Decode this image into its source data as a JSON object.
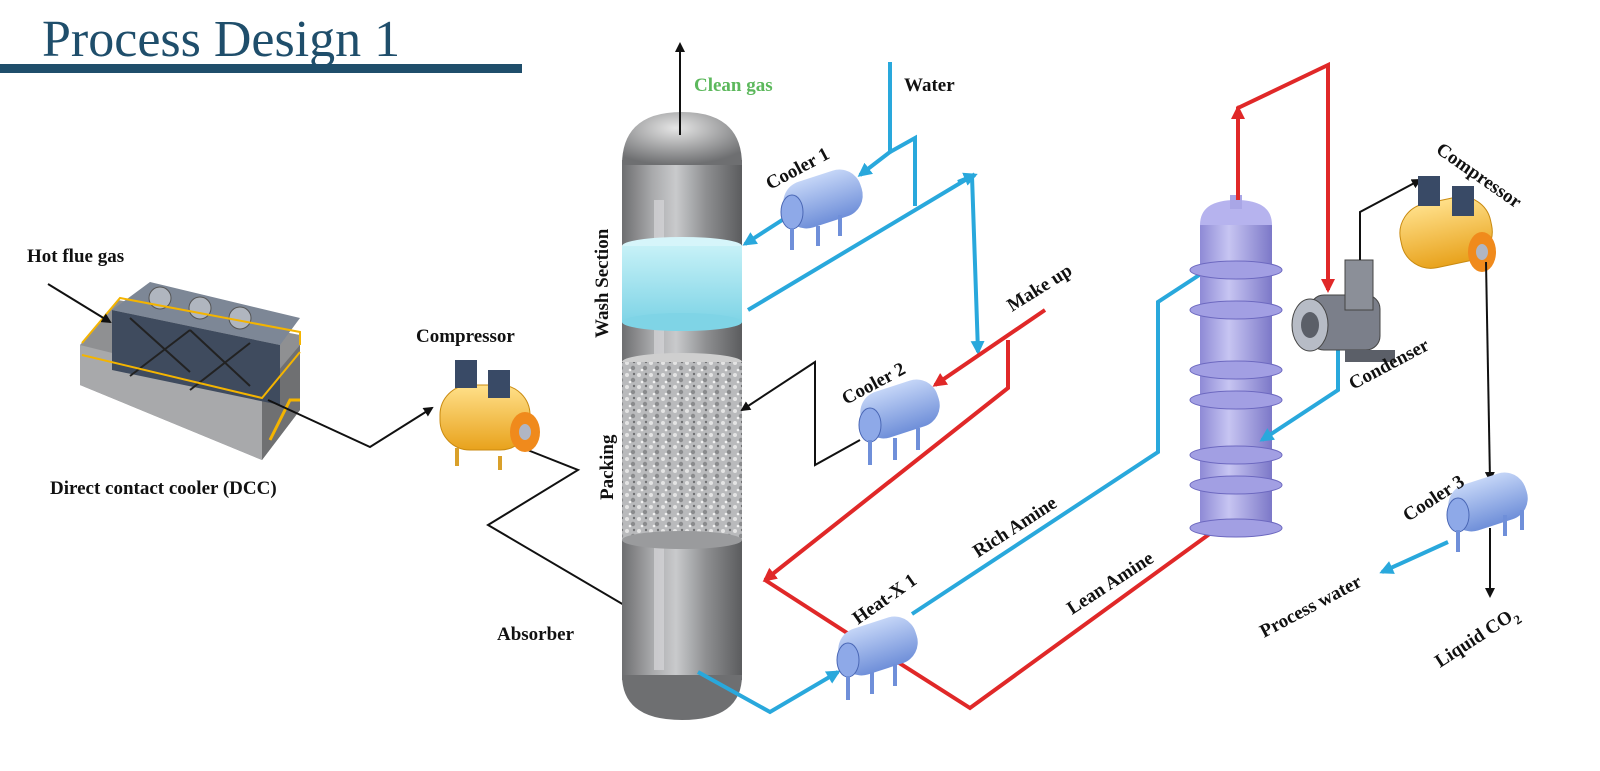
{
  "title": "Process Design 1",
  "colors": {
    "title": "#1f4e6b",
    "title_rule": "#1f4e6b",
    "water_line": "#29a8dc",
    "hot_line": "#e02828",
    "gas_line": "#111111",
    "clean_gas_label": "#5cb85c"
  },
  "labels": {
    "hot_flue_gas": "Hot flue gas",
    "dcc": "Direct contact cooler  (DCC)",
    "compressor_1": "Compressor",
    "absorber": "Absorber",
    "wash_section": "Wash Section",
    "packing": "Packing",
    "clean_gas": "Clean gas",
    "water": "Water",
    "cooler_1": "Cooler 1",
    "cooler_2": "Cooler 2",
    "make_up": "Make up",
    "heat_x_1": "Heat-X 1",
    "rich_amine": "Rich Amine",
    "lean_amine": "Lean Amine",
    "compressor_2": "Compressor",
    "condenser": "Condenser",
    "cooler_3": "Cooler 3",
    "process_water": "Process water",
    "liquid_co2": "Liquid CO",
    "liquid_co2_sub": "2"
  },
  "equipment": [
    {
      "id": "dcc",
      "type": "direct-contact-cooler"
    },
    {
      "id": "compressor-1",
      "type": "compressor"
    },
    {
      "id": "absorber",
      "type": "column",
      "sections": [
        "Wash Section",
        "Packing"
      ]
    },
    {
      "id": "cooler-1",
      "type": "cooler"
    },
    {
      "id": "cooler-2",
      "type": "cooler"
    },
    {
      "id": "heat-x-1",
      "type": "heat-exchanger"
    },
    {
      "id": "stripper",
      "type": "column"
    },
    {
      "id": "condenser",
      "type": "condenser"
    },
    {
      "id": "compressor-2",
      "type": "compressor"
    },
    {
      "id": "cooler-3",
      "type": "cooler"
    }
  ],
  "streams": [
    {
      "from": "Hot flue gas",
      "to": "DCC",
      "kind": "gas"
    },
    {
      "from": "DCC",
      "to": "Compressor",
      "kind": "gas"
    },
    {
      "from": "Compressor",
      "to": "Absorber",
      "kind": "gas"
    },
    {
      "from": "Absorber",
      "to": "Clean gas",
      "kind": "gas"
    },
    {
      "from": "Water",
      "to": "Cooler 1",
      "kind": "water"
    },
    {
      "from": "Cooler 1",
      "to": "Wash Section",
      "kind": "water"
    },
    {
      "from": "Wash Section",
      "to": "Cooler 2",
      "kind": "water"
    },
    {
      "from": "Make up",
      "to": "Cooler 2",
      "kind": "hot"
    },
    {
      "from": "Cooler 2",
      "to": "Packing",
      "kind": "gas"
    },
    {
      "from": "Absorber",
      "to": "Heat-X 1",
      "kind": "water"
    },
    {
      "from": "Heat-X 1",
      "to": "Stripper",
      "label": "Rich Amine",
      "kind": "water"
    },
    {
      "from": "Stripper",
      "to": "Heat-X 1",
      "label": "Lean Amine",
      "kind": "hot"
    },
    {
      "from": "Heat-X 1",
      "to": "Cooler 2",
      "kind": "hot"
    },
    {
      "from": "Stripper",
      "to": "Condenser",
      "kind": "hot"
    },
    {
      "from": "Condenser",
      "to": "Stripper",
      "kind": "water"
    },
    {
      "from": "Condenser",
      "to": "Compressor",
      "kind": "gas"
    },
    {
      "from": "Compressor",
      "to": "Cooler 3",
      "kind": "gas"
    },
    {
      "from": "Cooler 3",
      "to": "Process water",
      "kind": "water"
    },
    {
      "from": "Cooler 3",
      "to": "Liquid CO2",
      "kind": "gas"
    }
  ]
}
